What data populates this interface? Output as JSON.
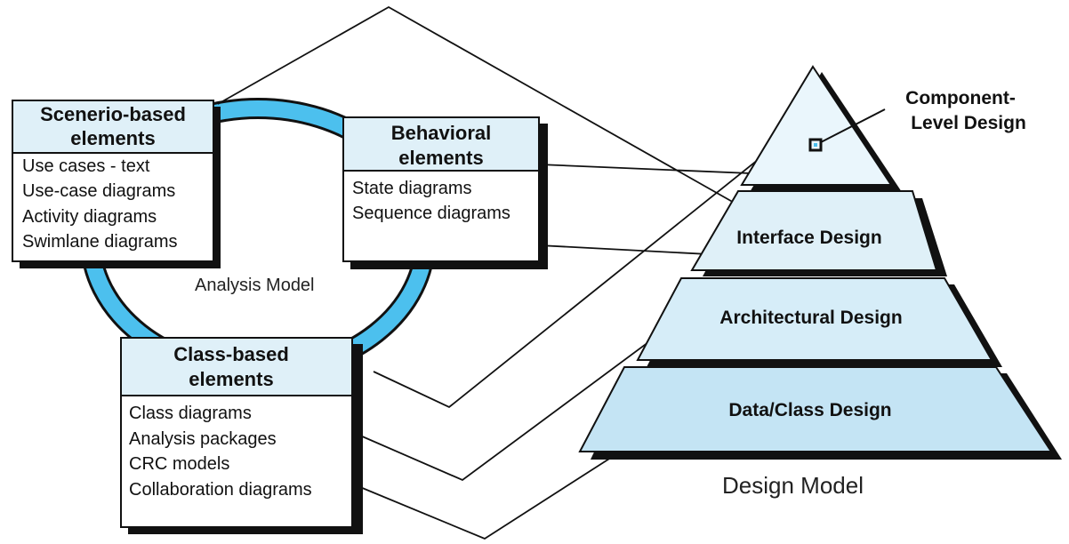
{
  "analysis_model": {
    "caption": "Analysis Model",
    "scenario_box": {
      "title_lines": [
        "Scenerio-based",
        "elements"
      ],
      "items": [
        "Use cases - text",
        "Use-case diagrams",
        "Activity diagrams",
        "Swimlane diagrams"
      ]
    },
    "behavioral_box": {
      "title_lines": [
        "Behavioral",
        "elements"
      ],
      "items": [
        "State diagrams",
        "Sequence diagrams"
      ]
    },
    "class_box": {
      "title_lines": [
        "Class-based",
        "elements"
      ],
      "items": [
        "Class diagrams",
        "Analysis packages",
        "CRC models",
        "Collaboration diagrams"
      ]
    }
  },
  "design_model": {
    "caption": "Design Model",
    "component_label_lines": [
      "Component-",
      "Level Design"
    ],
    "tiers": [
      {
        "id": "interface",
        "label": "Interface Design"
      },
      {
        "id": "architectural",
        "label": "Architectural Design"
      },
      {
        "id": "data-class",
        "label": "Data/Class Design"
      }
    ]
  },
  "colors": {
    "ring": "#4cc0ee",
    "box_header": "#dff0f8",
    "pyramid_top": "#eaf6fc",
    "pyramid_mid": "#d6edf8",
    "pyramid_low": "#c4e4f4",
    "shadow": "#111111"
  }
}
